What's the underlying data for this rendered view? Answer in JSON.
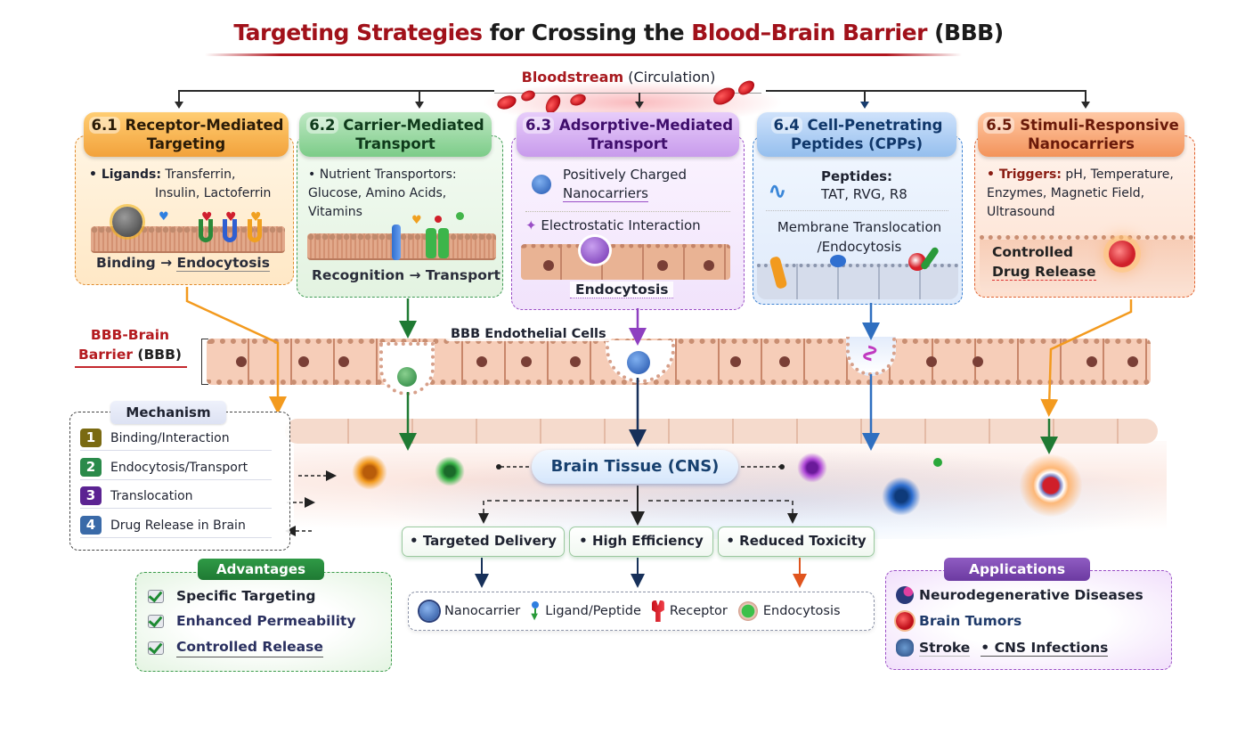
{
  "title": {
    "part1": "Targeting Strategies",
    "part2": " for Crossing the ",
    "part3": "Blood–Brain Barrier",
    "part4": " (BBB)"
  },
  "bloodstream": {
    "label_bold": "Bloodstream",
    "label_rest": " (Circulation)"
  },
  "strategies": [
    {
      "num": "6.1",
      "title_line1": "Receptor-Mediated",
      "title_line2": "Targeting",
      "bullet_label": "• Ligands:",
      "bullet_text1": " Transferrin,",
      "bullet_text2": "Insulin, Lactoferrin",
      "footer_a": "Binding",
      "arrow": " → ",
      "footer_b": "Endocytosis",
      "color": "#f2a23b"
    },
    {
      "num": "6.2",
      "title_line1": "Carrier-Mediated",
      "title_line2": "Transport",
      "bullet_label": "• Nutrient Transportors:",
      "bullet_text1": "Glucose, Amino Acids,",
      "bullet_text2": "Vitamins",
      "footer_a": "Recognition",
      "arrow": " → ",
      "footer_b": "Transport",
      "color": "#3f9a54"
    },
    {
      "num": "6.3",
      "title_line1": "Adsorptive-Mediated",
      "title_line2": "Transport",
      "line1": "Positively Charged",
      "line2": "Nanocarriers",
      "sub": "Electrostatic Interaction",
      "footer": "Endocytosis",
      "color": "#9a4ec6"
    },
    {
      "num": "6.4",
      "title_line1": "Cell-Penetrating",
      "title_line2": "Peptides (CPPs)",
      "line1": "Peptides:",
      "line2": "TAT, RVG, R8",
      "sub1": "Membrane Translocation",
      "sub2": "/Endocytosis",
      "color": "#3d82d2"
    },
    {
      "num": "6.5",
      "title_line1": "Stimuli-Responsive",
      "title_line2": "Nanocarriers",
      "bullet_label": "• Triggers:",
      "bullet_text1": " pH, Temperature,",
      "bullet_text2": "Enzymes, Magnetic Field,",
      "bullet_text3": "Ultrasound",
      "footer1": "Controlled",
      "footer2": "Drug Release",
      "color": "#e0612e"
    }
  ],
  "bbb": {
    "label_red": "BBB-Brain",
    "label_line2_red": "Barrier",
    "label_line2_blk": " (BBB)",
    "endothelial_label": "BBB Endothelial Cells"
  },
  "mechanism": {
    "title": "Mechanism",
    "steps": [
      {
        "num": "1",
        "label": "Binding/Interaction",
        "color": "#7a6a12"
      },
      {
        "num": "2",
        "label": "Endocytosis/Transport",
        "color": "#2a8a4a"
      },
      {
        "num": "3",
        "label": "Translocation",
        "color": "#5b2392"
      },
      {
        "num": "4",
        "label": "Drug Release in Brain",
        "color": "#3a6aa8"
      }
    ]
  },
  "brain_tissue": {
    "label": "Brain Tissue (CNS)"
  },
  "benefits": [
    "• Targeted Delivery",
    "• High Efficiency",
    "• Reduced Toxicity"
  ],
  "advantages": {
    "title": "Advantages",
    "items": [
      "Specific Targeting",
      "Enhanced Permeability",
      "Controlled Release"
    ]
  },
  "legend": {
    "items": [
      {
        "icon": "nanocarrier-icon",
        "label": "Nanocarrier"
      },
      {
        "icon": "ligand-peptide-icon",
        "label": "Ligand/Peptide"
      },
      {
        "icon": "receptor-icon",
        "label": "Receptor"
      },
      {
        "icon": "endocytosis-icon",
        "label": "Endocytosis"
      }
    ]
  },
  "applications": {
    "title": "Applications",
    "items": [
      "Neurodegenerative Diseases",
      "Brain Tumors",
      "Stroke",
      "• CNS Infections"
    ]
  },
  "colors": {
    "title_red": "#a1111a",
    "orange": "#f39a1e",
    "green": "#2a8a3e",
    "purple": "#8e3fc0",
    "blue": "#2f6fc0",
    "navy": "#17406f"
  }
}
